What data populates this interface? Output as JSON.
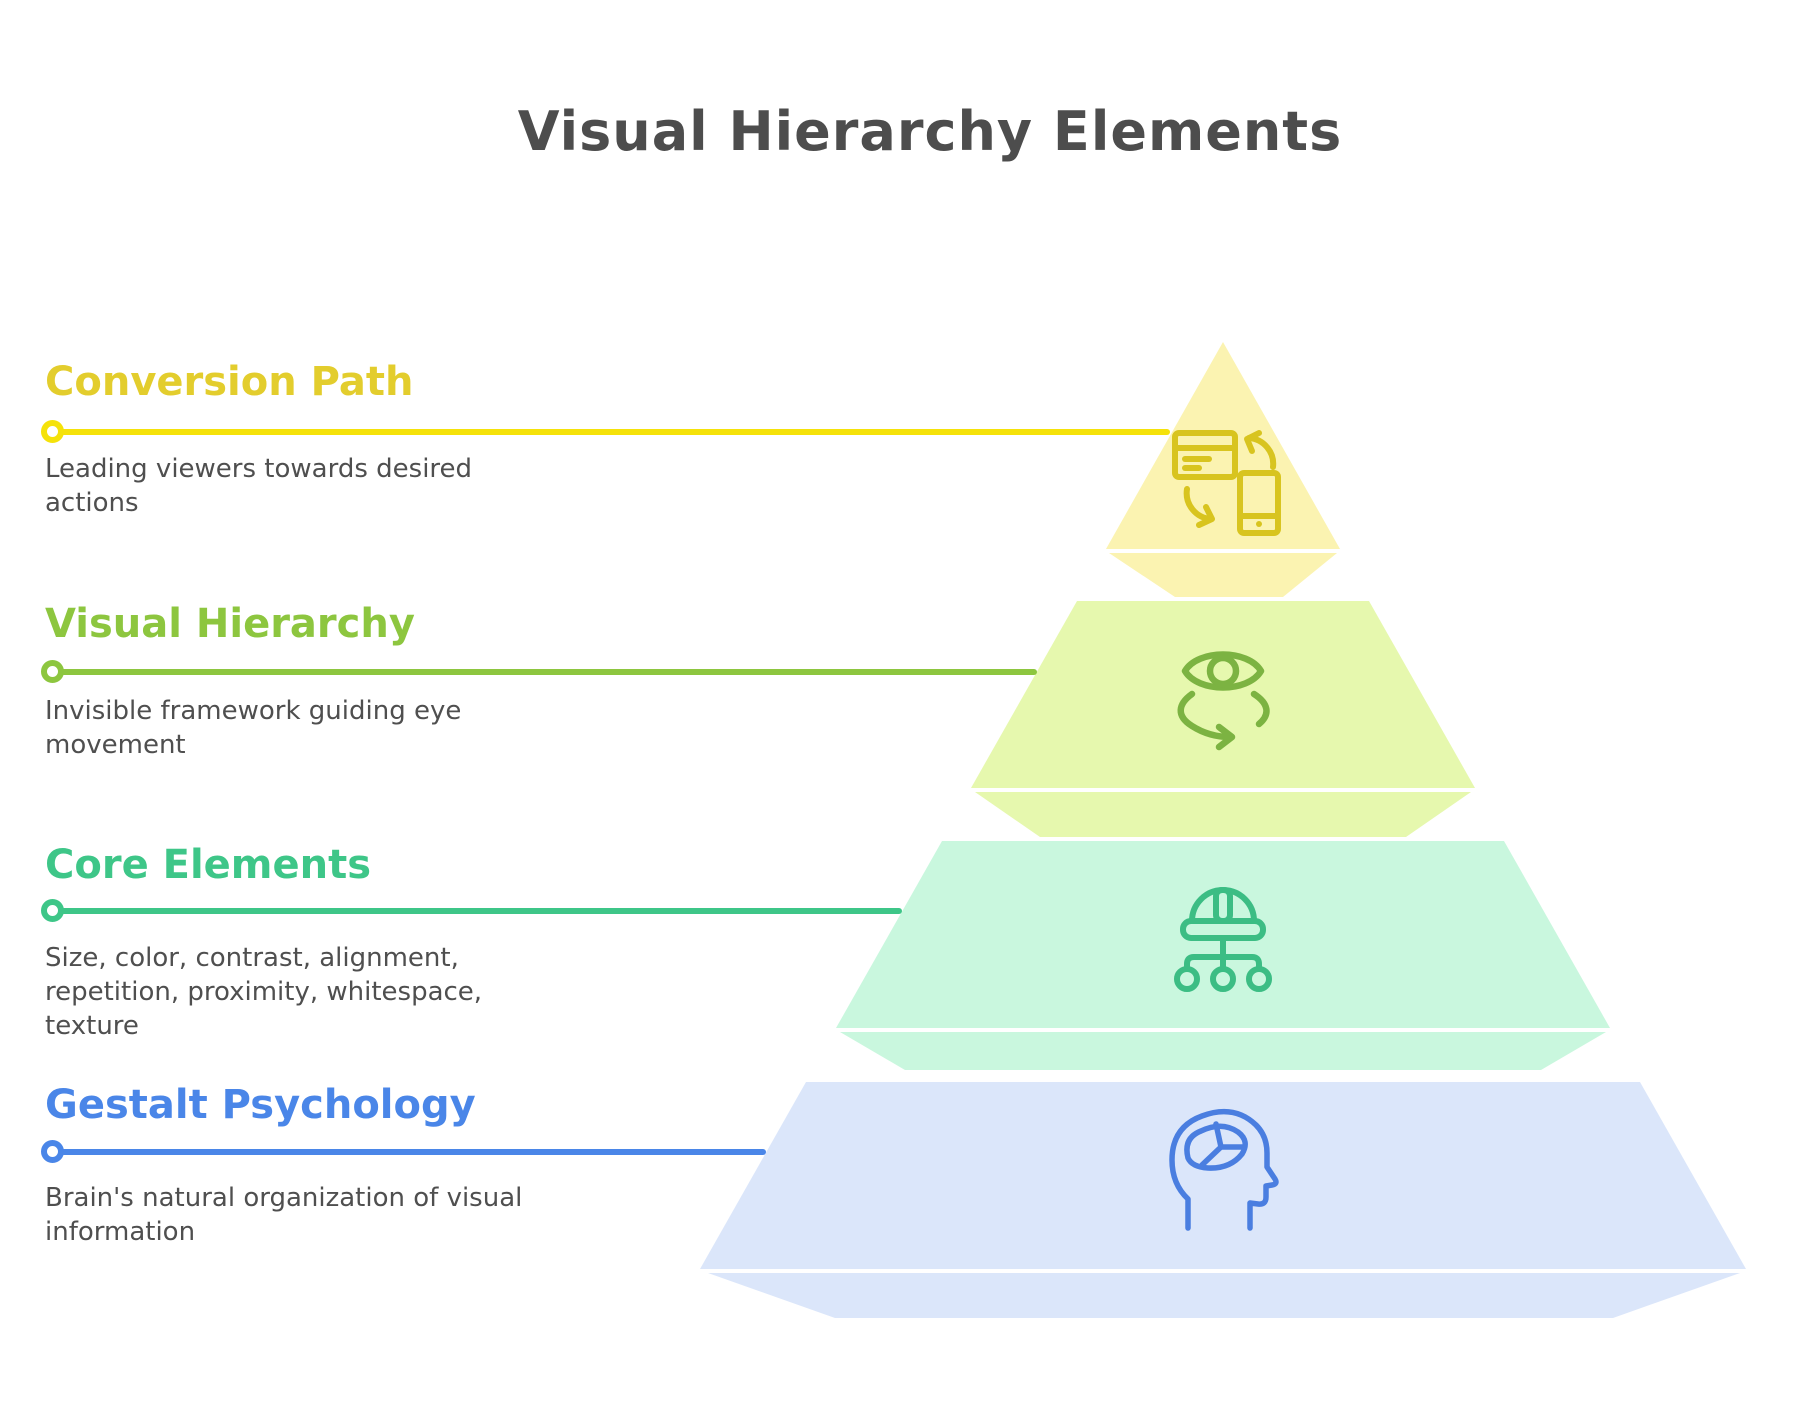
{
  "title": "Visual Hierarchy Elements",
  "sections": [
    {
      "id": "conversion-path",
      "label": "Conversion Path",
      "description": "Leading viewers towards desired actions",
      "heading_color": "#e3cd2d",
      "line_color": "#f5e20a"
    },
    {
      "id": "visual-hierarchy",
      "label": "Visual Hierarchy",
      "description": "Invisible framework guiding eye movement",
      "heading_color": "#8dc63f",
      "line_color": "#8dc63f"
    },
    {
      "id": "core-elements",
      "label": "Core Elements",
      "description": "Size, color, contrast, alignment, repetition, proximity, whitespace, texture",
      "heading_color": "#3ec688",
      "line_color": "#3ec688"
    },
    {
      "id": "gestalt-psychology",
      "label": "Gestalt Psychology",
      "description": "Brain's natural organization of visual information",
      "heading_color": "#4a86e8",
      "line_color": "#4a86e8"
    }
  ],
  "pyramid": {
    "levels": [
      {
        "rank": 1,
        "label": "Conversion Path",
        "fill": "#fbf3b1",
        "icon": "devices-sync-icon",
        "icon_color": "#d8c41f"
      },
      {
        "rank": 2,
        "label": "Visual Hierarchy",
        "fill": "#e6f8ae",
        "icon": "eye-motion-icon",
        "icon_color": "#7cb342"
      },
      {
        "rank": 3,
        "label": "Core Elements",
        "fill": "#c9f7de",
        "icon": "hardhat-structure-icon",
        "icon_color": "#3cbd84"
      },
      {
        "rank": 4,
        "label": "Gestalt Psychology",
        "fill": "#dbe6fa",
        "icon": "brain-head-icon",
        "icon_color": "#4a7ee0"
      }
    ]
  },
  "colors": {
    "background": "#ffffff",
    "title_text": "#4d4d4d",
    "body_text": "#4f4f4f"
  }
}
